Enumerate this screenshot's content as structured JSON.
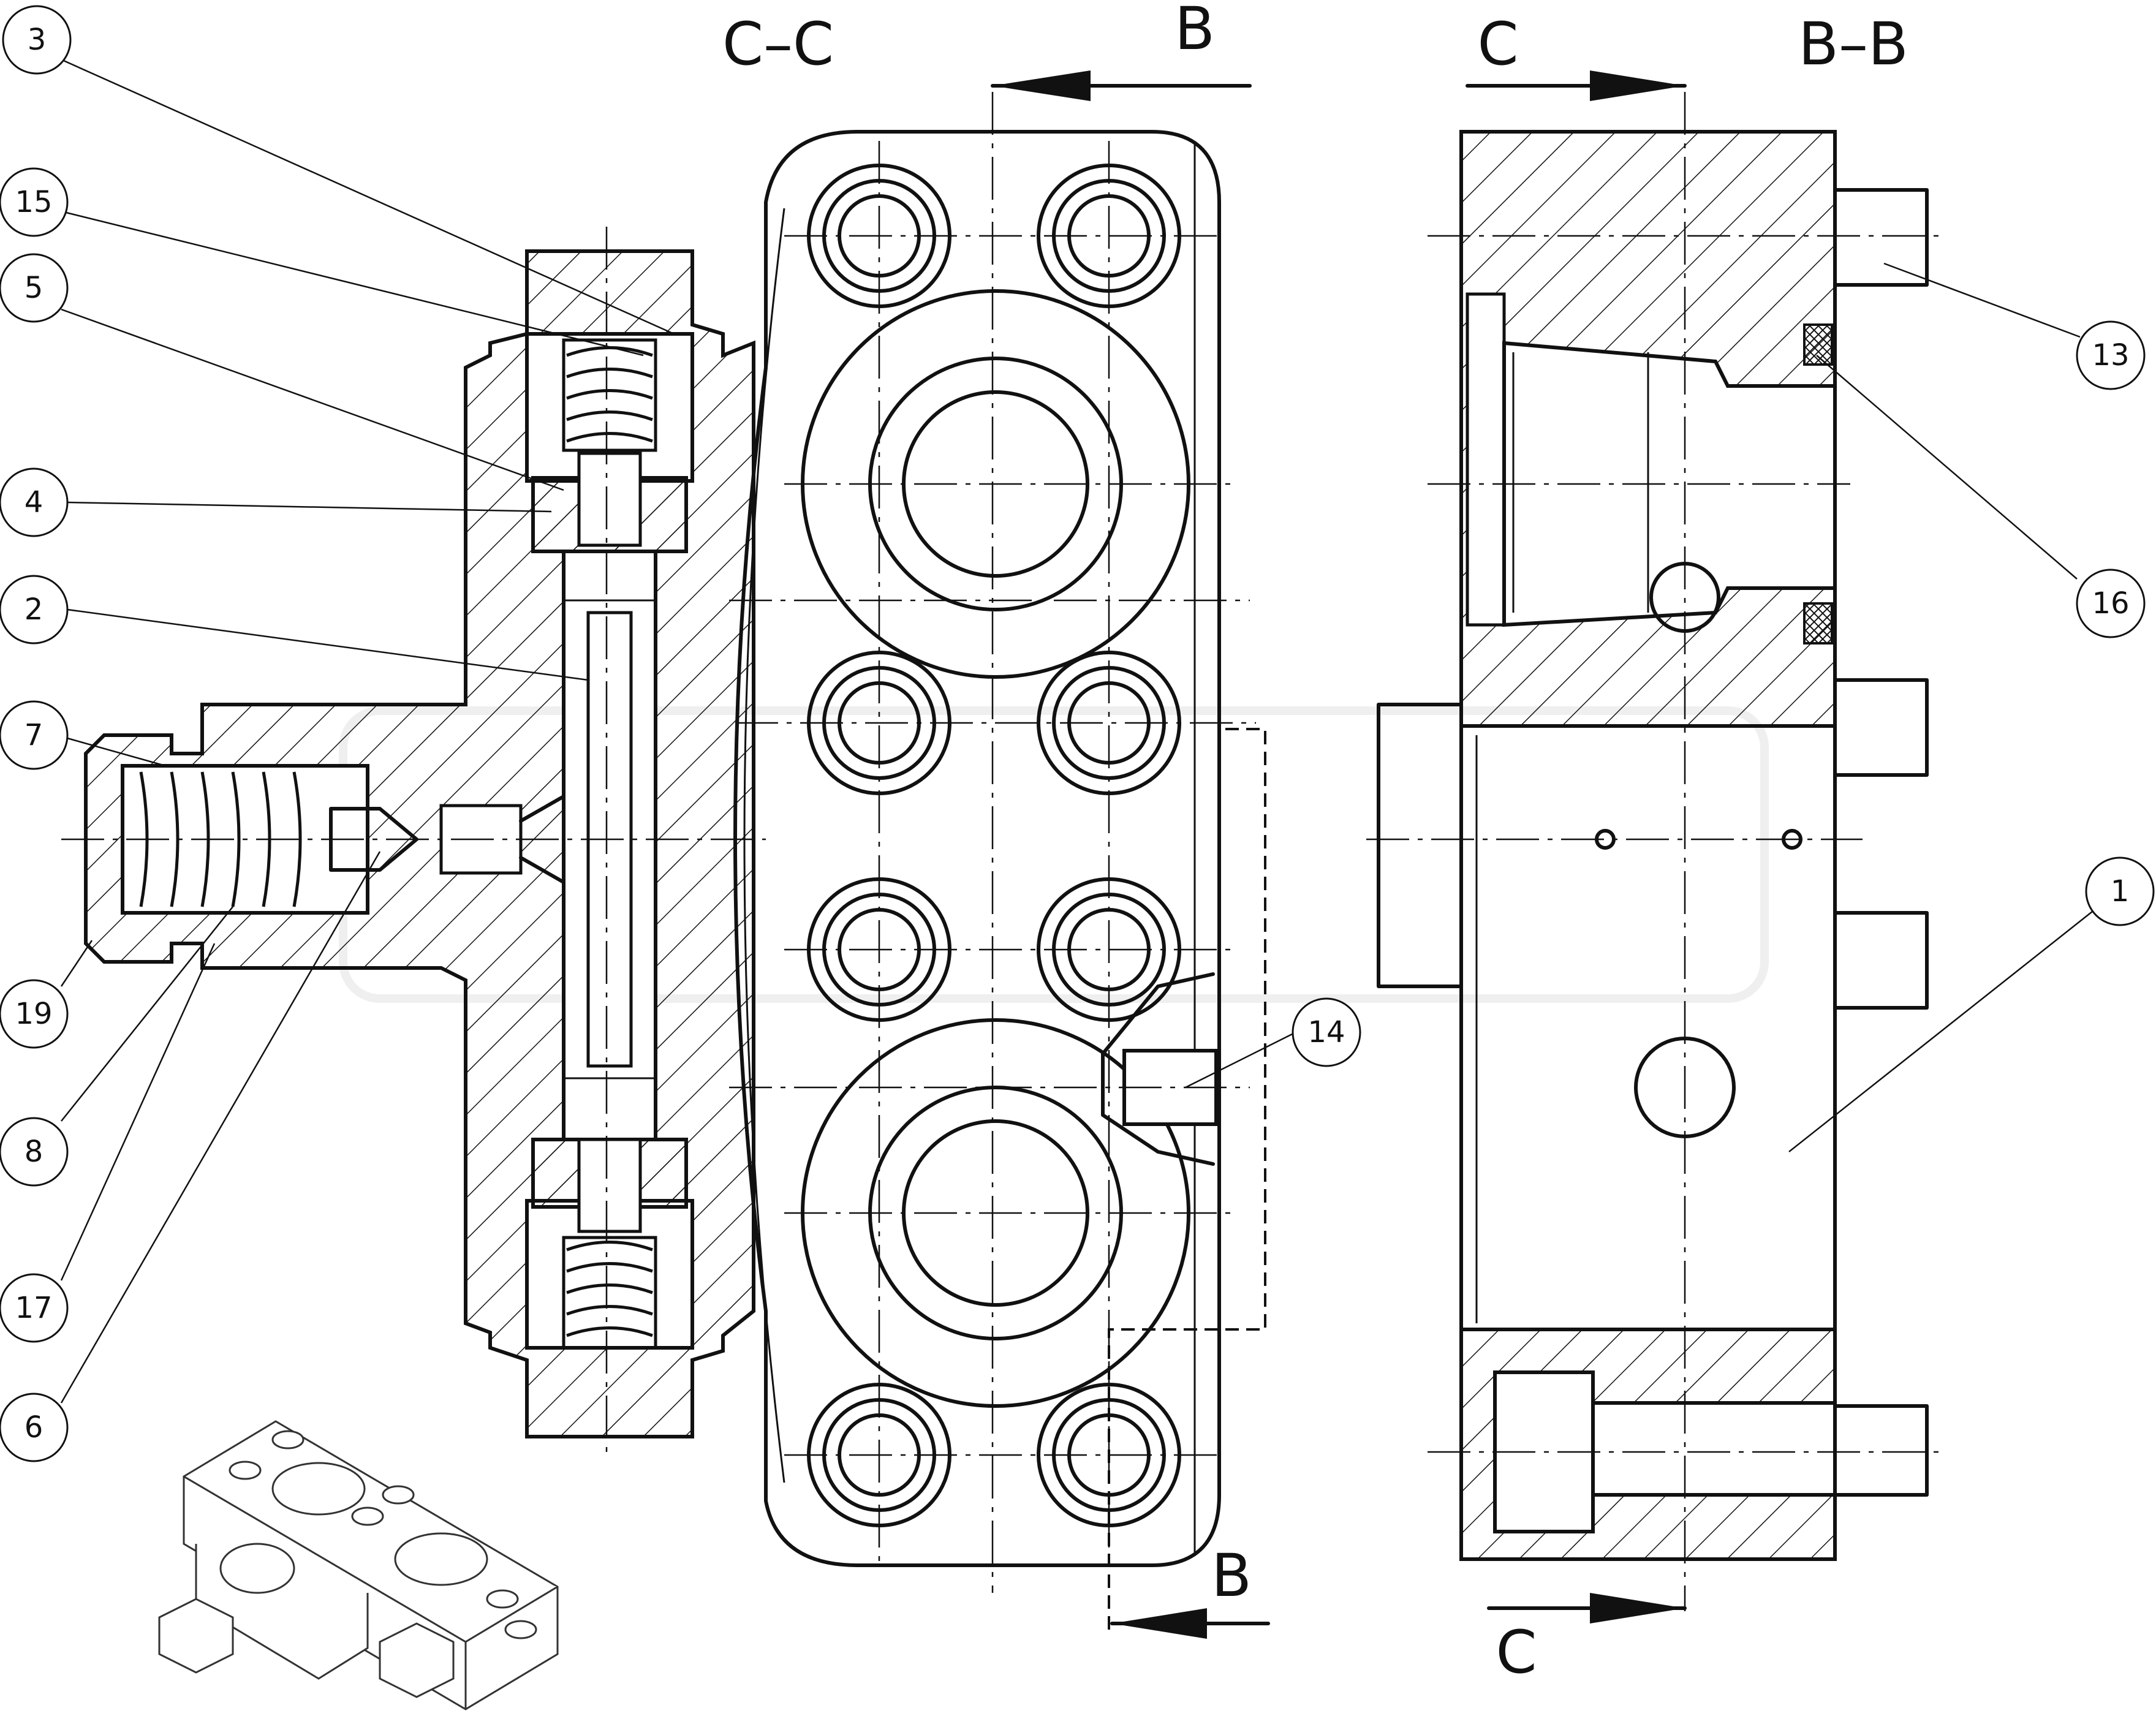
{
  "views": {
    "section_cc": "C–C",
    "section_bb": "B–B"
  },
  "cut_marks": {
    "b_top": "B",
    "b_bottom": "B",
    "c_top": "C",
    "c_bottom": "C"
  },
  "balloons": {
    "b3": "3",
    "b15": "15",
    "b5": "5",
    "b4": "4",
    "b2": "2",
    "b7": "7",
    "b19": "19",
    "b8": "8",
    "b17": "17",
    "b6": "6",
    "b14": "14",
    "b13": "13",
    "b16": "16",
    "b1": "1"
  }
}
